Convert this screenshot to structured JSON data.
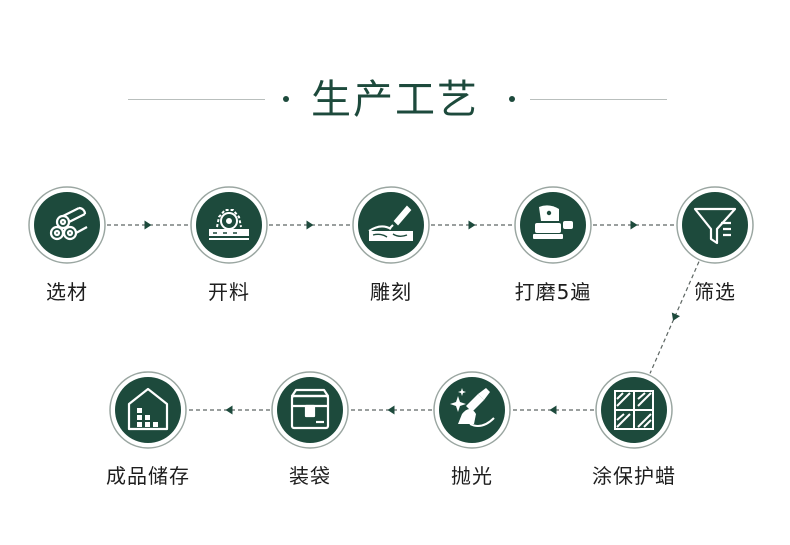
{
  "header": {
    "title": "生产工艺"
  },
  "colors": {
    "circle_fill": "#1d4a3c",
    "ring": "#9aa6a1",
    "connector": "#5d6663",
    "arrow": "#1d4a3c",
    "label_text": "#1e1e1e"
  },
  "steps": [
    {
      "label": "选材",
      "icon": "logs-icon"
    },
    {
      "label": "开料",
      "icon": "saw-blade-icon"
    },
    {
      "label": "雕刻",
      "icon": "carving-chisel-icon"
    },
    {
      "label": "打磨5遍",
      "icon": "sander-icon"
    },
    {
      "label": "筛选",
      "icon": "funnel-filter-icon"
    },
    {
      "label": "涂保护蜡",
      "icon": "wax-grid-icon"
    },
    {
      "label": "抛光",
      "icon": "polisher-icon"
    },
    {
      "label": "装袋",
      "icon": "package-box-icon"
    },
    {
      "label": "成品储存",
      "icon": "warehouse-icon"
    }
  ]
}
